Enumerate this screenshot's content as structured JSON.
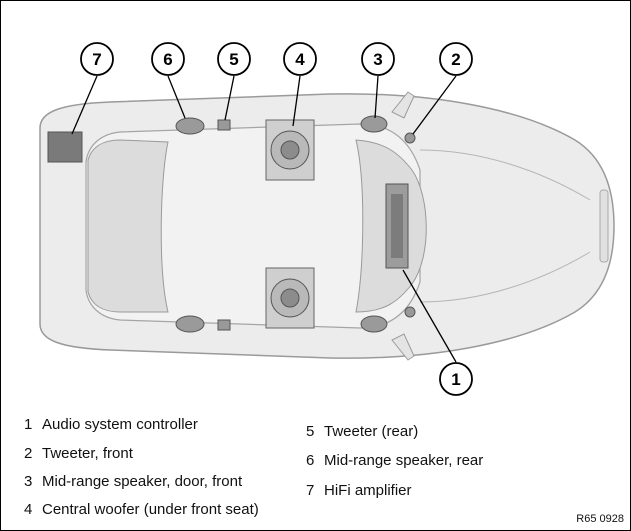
{
  "callouts": [
    {
      "num": "1",
      "label": "Audio system controller"
    },
    {
      "num": "2",
      "label": "Tweeter, front"
    },
    {
      "num": "3",
      "label": "Mid-range speaker, door, front"
    },
    {
      "num": "4",
      "label": "Central woofer (under front seat)"
    },
    {
      "num": "5",
      "label": "Tweeter (rear)"
    },
    {
      "num": "6",
      "label": "Mid-range speaker, rear"
    },
    {
      "num": "7",
      "label": "HiFi amplifier"
    }
  ],
  "reference": "R65 0928",
  "colors": {
    "body": "#e9e9e9",
    "outline": "#9a9a9a",
    "glass": "#d6d6d6",
    "component": "#8a8a8a",
    "amplifier": "#777777"
  }
}
